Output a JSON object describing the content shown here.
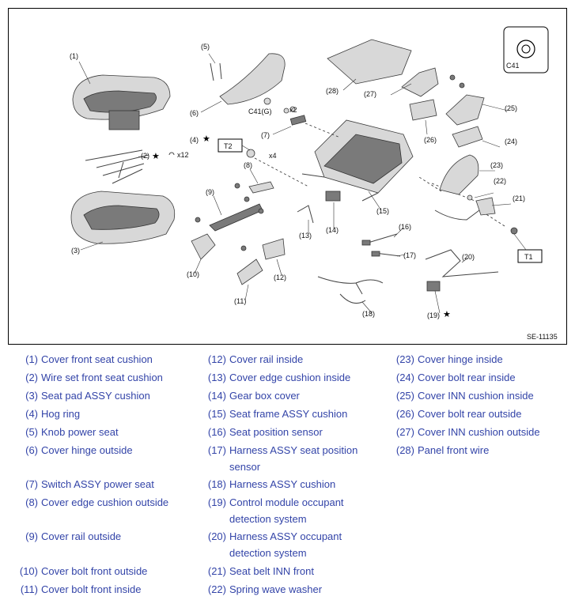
{
  "diagram": {
    "code": "SE-11135",
    "callouts": {
      "c1": "(1)",
      "c2": "(2)",
      "c3": "(3)",
      "c4": "(4)",
      "c5": "(5)",
      "c6": "(6)",
      "c7": "(7)",
      "c8": "(8)",
      "c9": "(9)",
      "c10": "(10)",
      "c11": "(11)",
      "c12": "(12)",
      "c13": "(13)",
      "c14": "(14)",
      "c15": "(15)",
      "c16": "(16)",
      "c17": "(17)",
      "c18": "(18)",
      "c19": "(19)",
      "c20": "(20)",
      "c21": "(21)",
      "c22": "(22)",
      "c23": "(23)",
      "c24": "(24)",
      "c25": "(25)",
      "c26": "(26)",
      "c27": "(27)",
      "c28": "(28)"
    },
    "star": "★",
    "qty_x12": "x12",
    "qty_x4": "x4",
    "qty_x2": "x2",
    "clip_ref": "C41(G)",
    "inset_label": "C41",
    "torque_t1": "T1",
    "torque_t2": "T2"
  },
  "legend": {
    "col1": [
      {
        "num": "(1)",
        "name": "Cover front seat cushion"
      },
      {
        "num": "(2)",
        "name": "Wire set front seat cushion"
      },
      {
        "num": "(3)",
        "name": "Seat pad ASSY cushion"
      },
      {
        "num": "(4)",
        "name": "Hog ring"
      },
      {
        "num": "(5)",
        "name": "Knob power seat"
      },
      {
        "num": "(6)",
        "name": "Cover hinge outside"
      },
      {
        "num": "(7)",
        "name": "Switch ASSY power seat"
      },
      {
        "num": "(8)",
        "name": "Cover edge cushion outside"
      },
      {
        "num": "(9)",
        "name": "Cover rail outside"
      },
      {
        "num": "(10)",
        "name": "Cover bolt front outside"
      },
      {
        "num": "(11)",
        "name": "Cover bolt front inside"
      }
    ],
    "col2": [
      {
        "num": "(12)",
        "name": "Cover rail inside"
      },
      {
        "num": "(13)",
        "name": "Cover edge cushion inside"
      },
      {
        "num": "(14)",
        "name": "Gear box cover"
      },
      {
        "num": "(15)",
        "name": "Seat frame ASSY cushion"
      },
      {
        "num": "(16)",
        "name": "Seat position sensor"
      },
      {
        "num": "(17)",
        "name": "Harness ASSY seat position sensor"
      },
      {
        "num": "(18)",
        "name": "Harness ASSY cushion"
      },
      {
        "num": "(19)",
        "name": "Control module occupant detection system"
      },
      {
        "num": "(20)",
        "name": "Harness ASSY occupant detection system"
      },
      {
        "num": "(21)",
        "name": "Seat belt INN front"
      },
      {
        "num": "(22)",
        "name": "Spring wave washer"
      }
    ],
    "col3": [
      {
        "num": "(23)",
        "name": "Cover hinge inside"
      },
      {
        "num": "(24)",
        "name": "Cover bolt rear inside"
      },
      {
        "num": "(25)",
        "name": "Cover INN cushion inside"
      },
      {
        "num": "(26)",
        "name": "Cover bolt rear outside"
      },
      {
        "num": "(27)",
        "name": "Cover INN cushion outside"
      },
      {
        "num": "(28)",
        "name": "Panel front wire"
      }
    ]
  }
}
